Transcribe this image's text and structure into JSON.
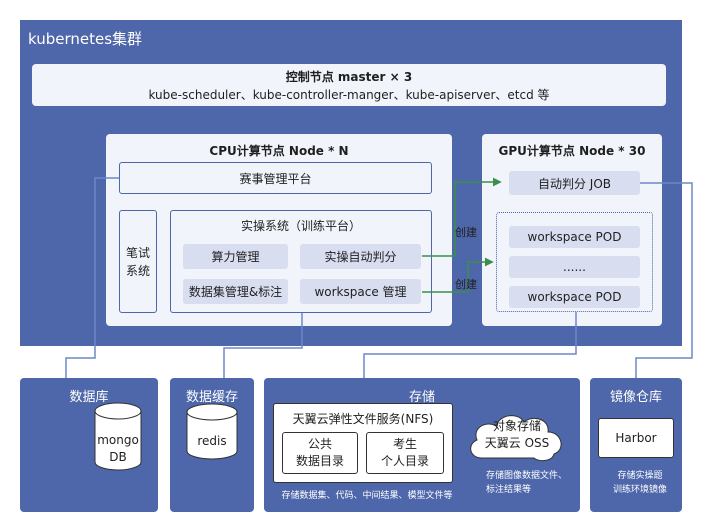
{
  "cluster": {
    "title": "kubernetes集群"
  },
  "master": {
    "title": "控制节点 master × 3",
    "components": "kube-scheduler、kube-controller-manger、kube-apiserver、etcd 等"
  },
  "cpu_node": {
    "title": "CPU计算节点 Node * N",
    "contest_platform": "赛事管理平台",
    "written_exam": "笔试\n系统",
    "practice_system": {
      "title": "实操系统（训练平台）",
      "compute_mgmt": "算力管理",
      "auto_judge": "实操自动判分",
      "dataset_mgmt": "数据集管理&标注",
      "workspace_mgmt": "workspace 管理"
    }
  },
  "gpu_node": {
    "title": "GPU计算节点 Node * 30",
    "judge_job": "自动判分 JOB",
    "pods": [
      "workspace POD",
      "......",
      "workspace POD"
    ]
  },
  "edge_labels": {
    "create_top": "创建",
    "create_bottom": "创建"
  },
  "database": {
    "title": "数据库",
    "db": "mongo\nDB"
  },
  "cache": {
    "title": "数据缓存",
    "db": "redis"
  },
  "storage": {
    "title": "存储",
    "nfs_title": "天翼云弹性文件服务(NFS)",
    "public_dir": "公共\n数据目录",
    "personal_dir": "考生\n个人目录",
    "nfs_caption": "存储数据集、代码、中间结果、模型文件等",
    "oss": "对象存储\n天翼云 OSS",
    "oss_caption": "存储图像数据文件、\n标注结果等"
  },
  "registry": {
    "title": "镜像仓库",
    "harbor": "Harbor",
    "caption": "存储实操题\n训练环境镜像"
  },
  "colors": {
    "primary": "#4e66aa",
    "panel": "#f1f4fb",
    "fill": "#d8def0",
    "arrow_green": "#3a8f4a"
  }
}
